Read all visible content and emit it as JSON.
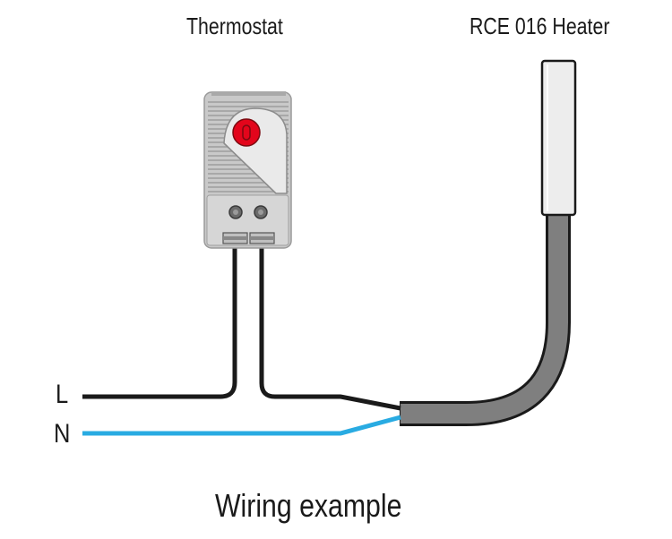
{
  "labels": {
    "thermostat": "Thermostat",
    "heater": "RCE 016 Heater",
    "line": "L",
    "neutral": "N",
    "caption": "Wiring example"
  },
  "colors": {
    "live_wire": "#1a1a1a",
    "neutral_wire": "#29abe2",
    "cable_sheath": "#7a7a7a",
    "thermostat_body": "#dcdcdc",
    "dial": "#e3051b"
  },
  "icons": [
    "thermostat-device",
    "heater-element"
  ]
}
